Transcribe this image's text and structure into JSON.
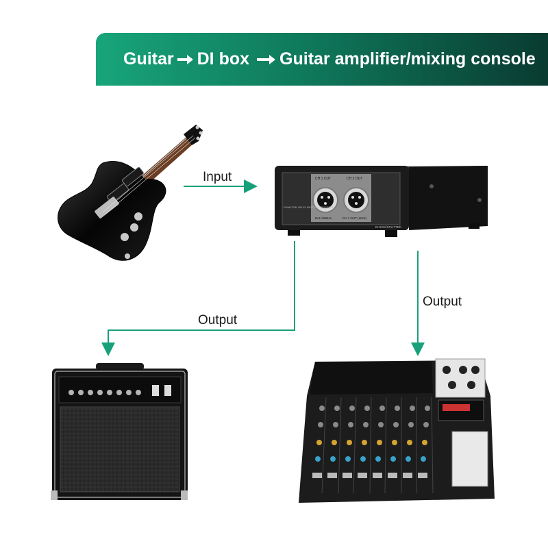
{
  "banner": {
    "part1": "Guitar",
    "part2": "DI box",
    "part3": "Guitar amplifier/mixing console"
  },
  "flow_labels": {
    "input": "Input",
    "output_left": "Output",
    "output_right": "Output"
  },
  "di_box": {
    "ch1_label": "CH 1 OUT",
    "ch2_label": "CH 2 OUT",
    "power_label": "PHANTOM OR 9V BATTERY POWERED",
    "bal_label": "BAL/UNBAL",
    "link_label": "CH 1 OUT (LINK)",
    "model_label": "DI BOX/SPLITTER"
  },
  "colors": {
    "accent": "#18a57a",
    "arrow": "#17a07a"
  }
}
